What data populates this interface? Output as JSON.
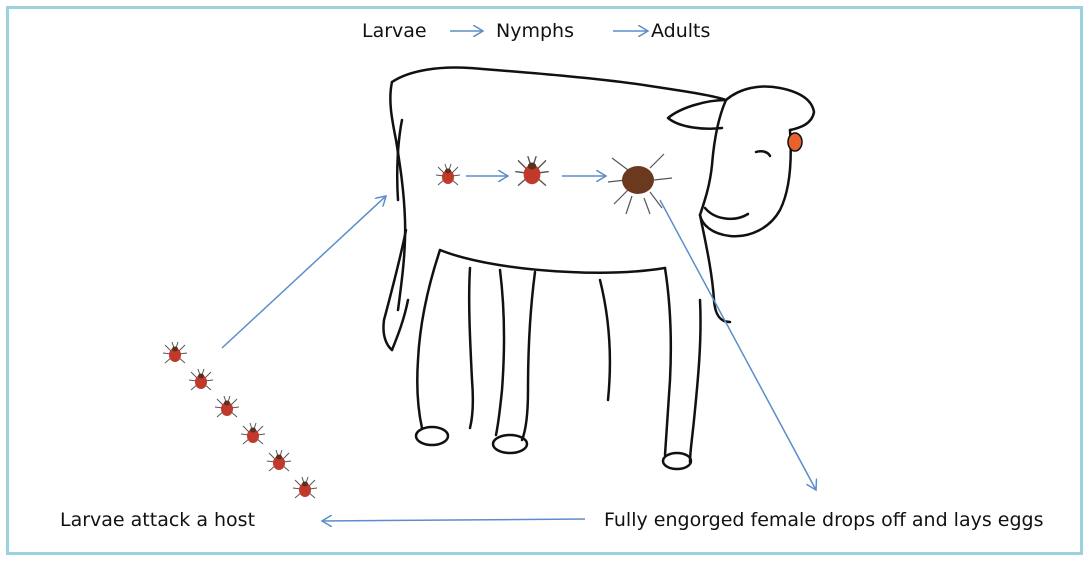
{
  "stages": {
    "larvae": "Larvae",
    "nymphs": "Nymphs",
    "adults": "Adults"
  },
  "captions": {
    "host_attack": "Larvae attack a host",
    "drop_off": "Fully engorged female drops off and lays eggs"
  },
  "colors": {
    "frame": "#9ad3df",
    "arrow": "#5b8ec9",
    "larva_body": "#c0392b",
    "nymph_body": "#c0392b",
    "adult_body": "#6b3a1e",
    "ear_tag": "#e8622c",
    "outline": "#111111"
  },
  "icons": {
    "host": "cow-icon",
    "larva": "tick-larva-icon",
    "nymph": "tick-nymph-icon",
    "adult": "engorged-adult-tick-icon"
  }
}
